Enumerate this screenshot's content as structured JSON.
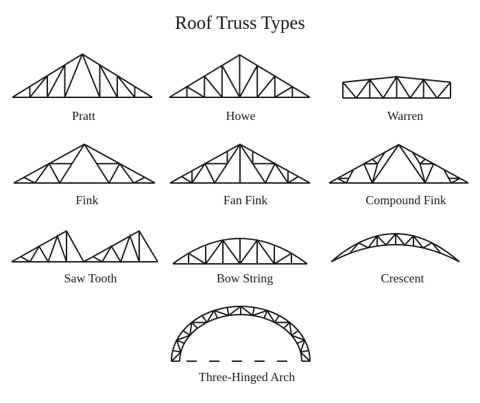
{
  "diagram": {
    "title": "Roof Truss Types",
    "colors": {
      "line": "#1a1a1a",
      "background": "#ffffff"
    },
    "trusses": [
      {
        "label": "Pratt"
      },
      {
        "label": "Howe"
      },
      {
        "label": "Warren"
      },
      {
        "label": "Fink"
      },
      {
        "label": "Fan Fink"
      },
      {
        "label": "Compound Fink"
      },
      {
        "label": "Saw Tooth"
      },
      {
        "label": "Bow String"
      },
      {
        "label": "Crescent"
      },
      {
        "label": "Three-Hinged Arch"
      }
    ]
  }
}
